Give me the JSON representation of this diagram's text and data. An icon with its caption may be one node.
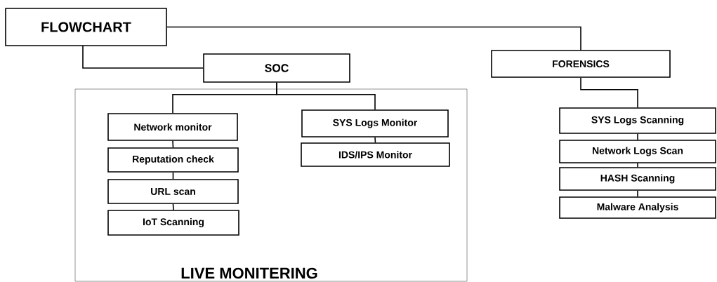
{
  "diagram": {
    "nodes": [
      {
        "text": [
          "FLOWCHART"
        ]
      },
      {
        "text": [
          "SOC"
        ]
      },
      {
        "text": [
          "LIVE MONITERING"
        ]
      },
      {
        "text": [
          "Network monitor"
        ],
        "in": 2
      },
      {
        "text": [
          "Reputation check"
        ],
        "in": 2
      },
      {
        "text": [
          "URL scan"
        ],
        "in": 2
      },
      {
        "text": [
          "IoT Scanning"
        ],
        "in": 2
      },
      {
        "text": [
          "SYS Logs Monitor"
        ],
        "in": 2
      },
      {
        "text": [
          "IDS/IPS Monitor"
        ],
        "in": 2
      },
      {
        "text": [
          "FORENSICS"
        ]
      },
      {
        "text": [
          "SYS Logs Scanning"
        ]
      },
      {
        "text": [
          "Network Logs Scan"
        ]
      },
      {
        "text": [
          "HASH Scanning"
        ]
      },
      {
        "text": [
          "Malware Analysis"
        ]
      }
    ],
    "edges": [
      {
        "from": 0,
        "to": 1,
        "arrow": "none"
      },
      {
        "from": 0,
        "to": 9,
        "arrow": "none"
      },
      {
        "from": 1,
        "to": 3,
        "arrow": "none"
      },
      {
        "from": 1,
        "to": 7,
        "arrow": "none"
      },
      {
        "from": 3,
        "to": 4,
        "arrow": "none"
      },
      {
        "from": 4,
        "to": 5,
        "arrow": "none"
      },
      {
        "from": 5,
        "to": 6,
        "arrow": "none"
      },
      {
        "from": 7,
        "to": 8,
        "arrow": "none"
      },
      {
        "from": 9,
        "to": 10,
        "arrow": "none"
      },
      {
        "from": 10,
        "to": 11,
        "arrow": "none"
      },
      {
        "from": 11,
        "to": 12,
        "arrow": "none"
      },
      {
        "from": 12,
        "to": 13,
        "arrow": "none"
      }
    ]
  }
}
